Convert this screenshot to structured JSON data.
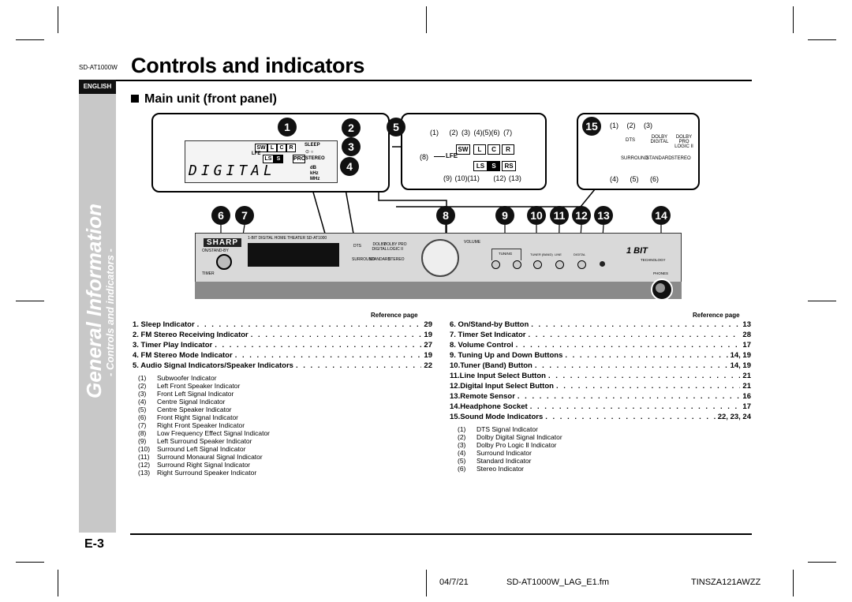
{
  "header": {
    "model": "SD-AT1000W",
    "title": "Controls and indicators",
    "language_tab": "ENGLISH"
  },
  "sidebar": {
    "main": "General Information",
    "sub": "- Controls and indicators -"
  },
  "section": {
    "title": "Main unit (front panel)"
  },
  "diagram": {
    "callouts_top": [
      "1",
      "2",
      "3",
      "4",
      "5",
      "15"
    ],
    "callouts_bottom": [
      "6",
      "7",
      "8",
      "9",
      "10",
      "11",
      "12",
      "13",
      "14"
    ],
    "display": {
      "sleep": "SLEEP",
      "stereo": "STEREO",
      "lfe": "LFE",
      "pro": "PRO",
      "digital": "DIGITAL",
      "units": [
        "dB",
        "kHz",
        "MHz"
      ],
      "boxes": [
        "SW",
        "L",
        "C",
        "R",
        "LS",
        "S"
      ]
    },
    "speaker_panel": {
      "top_numbers": [
        "(1)",
        "(2)",
        "(3)",
        "(4)",
        "(5)",
        "(6)",
        "(7)"
      ],
      "lfe_label": "(8)",
      "lfe": "LFE",
      "boxes_top": [
        "SW",
        "L",
        "C",
        "R"
      ],
      "boxes_bottom": [
        "LS",
        "S",
        "RS"
      ],
      "bottom_numbers": [
        "(9)",
        "(10)",
        "(11)",
        "(12)",
        "(13)"
      ]
    },
    "mode_panel": {
      "top_numbers": [
        "(1)",
        "(2)",
        "(3)"
      ],
      "top_labels": [
        "DTS",
        "DOLBY DIGITAL",
        "DOLBY PRO LOGIC II"
      ],
      "bottom_labels": [
        "SURROUND",
        "STANDARD",
        "STEREO"
      ],
      "bottom_numbers": [
        "(4)",
        "(5)",
        "(6)"
      ]
    },
    "unit": {
      "brand": "SHARP",
      "model_text": "1-BIT DIGITAL HOME THEATER SD-AT1000",
      "on_standby": "ON/STAND-BY",
      "timer": "TIMER",
      "volume": "VOLUME",
      "tuning": "TUNING",
      "modes_top": [
        "DTS",
        "DOLBY DIGITAL",
        "DOLBY PRO LOGIC II"
      ],
      "modes_bottom": [
        "SURROUND",
        "STANDARD",
        "STEREO"
      ],
      "small_buttons": [
        "TUNER (BAND)",
        "LINE",
        "DIGITAL"
      ],
      "bit_logo": "1 BIT",
      "technology": "TECHNOLOGY",
      "phones": "PHONES"
    }
  },
  "reference_label": "Reference page",
  "left_items": [
    {
      "label": "1. Sleep Indicator",
      "page": "29"
    },
    {
      "label": "2. FM Stereo Receiving Indicator",
      "page": "19"
    },
    {
      "label": "3. Timer Play Indicator",
      "page": "27"
    },
    {
      "label": "4. FM Stereo Mode Indicator",
      "page": "19"
    },
    {
      "label": "5. Audio Signal Indicators/Speaker Indicators",
      "page": "22"
    }
  ],
  "left_sub": [
    {
      "n": "(1)",
      "t": "Subwoofer Indicator"
    },
    {
      "n": "(2)",
      "t": "Left Front Speaker Indicator"
    },
    {
      "n": "(3)",
      "t": "Front Left Signal Indicator"
    },
    {
      "n": "(4)",
      "t": "Centre Signal Indicator"
    },
    {
      "n": "(5)",
      "t": "Centre Speaker Indicator"
    },
    {
      "n": "(6)",
      "t": "Front Right Signal Indicator"
    },
    {
      "n": "(7)",
      "t": "Right Front Speaker Indicator"
    },
    {
      "n": "(8)",
      "t": "Low Frequency Effect Signal Indicator"
    },
    {
      "n": "(9)",
      "t": "Left Surround Speaker Indicator"
    },
    {
      "n": "(10)",
      "t": "Surround Left Signal Indicator"
    },
    {
      "n": "(11)",
      "t": "Surround Monaural Signal Indicator"
    },
    {
      "n": "(12)",
      "t": "Surround Right Signal Indicator"
    },
    {
      "n": "(13)",
      "t": "Right Surround Speaker Indicator"
    }
  ],
  "right_items": [
    {
      "label": "6. On/Stand-by Button",
      "page": "13"
    },
    {
      "label": "7. Timer Set Indicator",
      "page": "28"
    },
    {
      "label": "8. Volume Control",
      "page": "17"
    },
    {
      "label": "9. Tuning Up and Down Buttons",
      "page": "14, 19"
    },
    {
      "label": "10.Tuner (Band) Button",
      "page": "14, 19"
    },
    {
      "label": "11.Line Input Select Button",
      "page": "21"
    },
    {
      "label": "12.Digital Input Select Button",
      "page": "21"
    },
    {
      "label": "13.Remote Sensor",
      "page": "16"
    },
    {
      "label": "14.Headphone Socket",
      "page": "17"
    },
    {
      "label": "15.Sound Mode Indicators",
      "page": "22, 23, 24"
    }
  ],
  "right_sub": [
    {
      "n": "(1)",
      "t": "DTS Signal Indicator"
    },
    {
      "n": "(2)",
      "t": "Dolby Digital Signal Indicator"
    },
    {
      "n": "(3)",
      "t": "Dolby Pro Logic Ⅱ Indicator"
    },
    {
      "n": "(4)",
      "t": "Surround Indicator"
    },
    {
      "n": "(5)",
      "t": "Standard Indicator"
    },
    {
      "n": "(6)",
      "t": "Stereo Indicator"
    }
  ],
  "page_number": "E-3",
  "footer": {
    "date": "04/7/21",
    "file": "SD-AT1000W_LAG_E1.fm",
    "code": "TINSZA121AWZZ"
  }
}
